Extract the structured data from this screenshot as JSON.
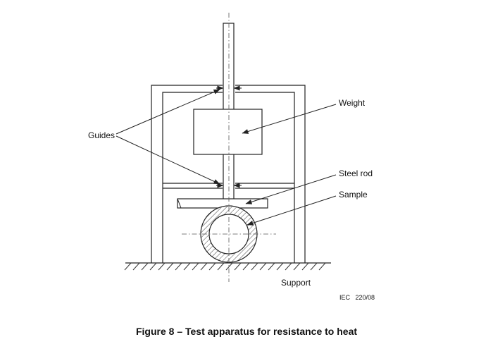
{
  "figure": {
    "caption": "Figure 8 – Test apparatus for resistance to heat",
    "reference": "IEC   220/08",
    "labels": {
      "weight": "Weight",
      "guides": "Guides",
      "steel_rod": "Steel rod",
      "sample": "Sample",
      "support": "Support"
    },
    "colors": {
      "line": "#222222",
      "hatch": "#444444",
      "background": "#ffffff"
    }
  }
}
